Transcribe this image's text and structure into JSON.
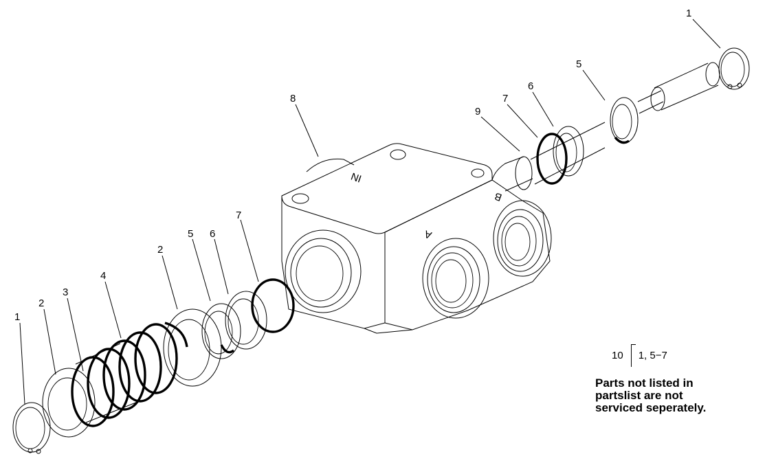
{
  "callouts": {
    "c1_left": "1",
    "c2_left": "2",
    "c3": "3",
    "c4": "4",
    "c2_mid": "2",
    "c5_left": "5",
    "c6_left": "6",
    "c7_left": "7",
    "c8": "8",
    "c9": "9",
    "c7_right": "7",
    "c6_right": "6",
    "c5_right": "5",
    "c1_right": "1"
  },
  "kit_reference": {
    "number": "10",
    "items": "1, 5−7"
  },
  "note": {
    "line1": "Parts not listed in",
    "line2": "partslist are not",
    "line3": "serviced seperately."
  }
}
